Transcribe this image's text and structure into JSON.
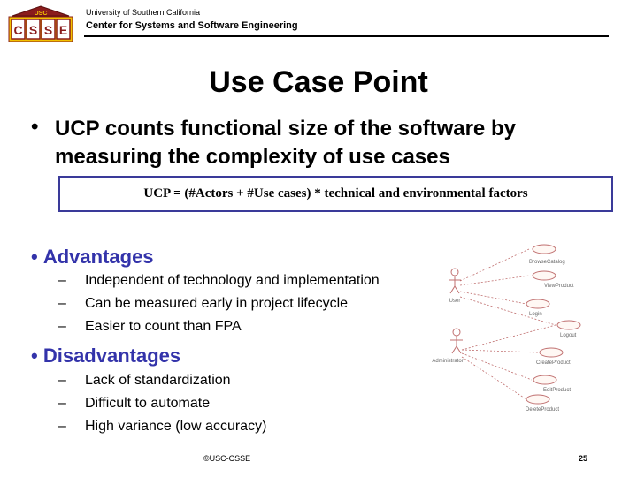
{
  "header": {
    "logo_top": "USC",
    "logo_letters": [
      "C",
      "S",
      "S",
      "E"
    ],
    "university": "University of Southern California",
    "center": "Center for Systems and Software Engineering"
  },
  "title": "Use Case Point",
  "main_bullet": "UCP counts functional size of the software by measuring the complexity of use cases",
  "formula": "UCP = (#Actors + #Use cases) * technical and environmental factors",
  "advantages": {
    "heading": "Advantages",
    "items": [
      "Independent of technology and implementation",
      "Can be measured early in project lifecycle",
      "Easier to count than FPA"
    ]
  },
  "disadvantages": {
    "heading": "Disadvantages",
    "items": [
      "Lack of standardization",
      "Difficult to automate",
      "High variance (low accuracy)"
    ]
  },
  "diagram": {
    "actors": [
      "User",
      "Administrator"
    ],
    "use_cases": [
      "BrowseCatalog",
      "ViewProduct",
      "Login",
      "Logout",
      "CreateProduct",
      "EditProduct",
      "DeleteProduct"
    ]
  },
  "footer": {
    "copyright": "©USC-CSSE",
    "page": "25"
  }
}
